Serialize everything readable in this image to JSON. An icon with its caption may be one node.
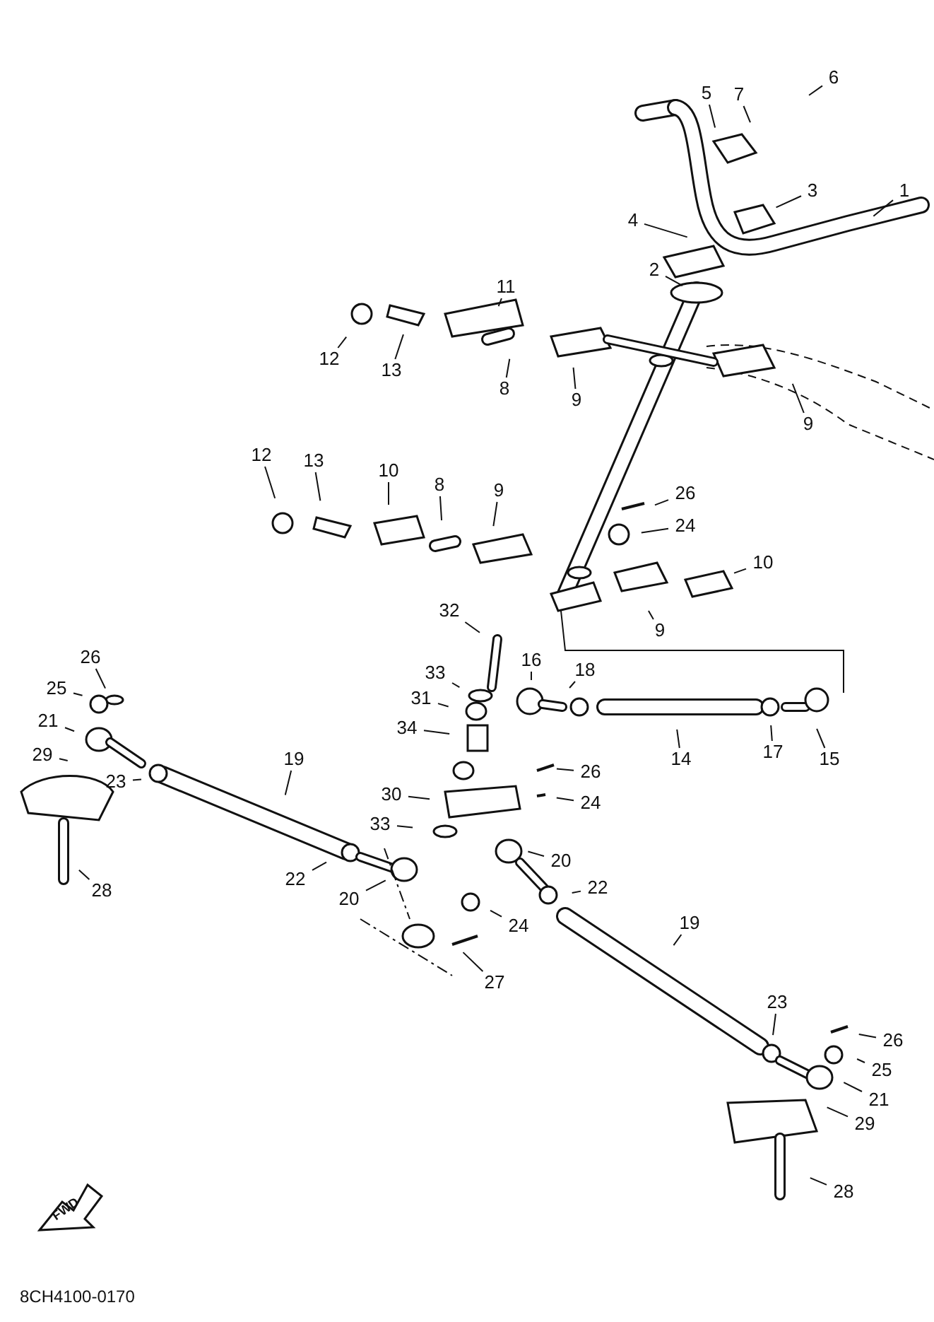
{
  "diagram": {
    "nodes": [
      {
        "text": [
          "1"
        ]
      },
      {
        "text": [
          "6"
        ]
      },
      {
        "text": [
          "5"
        ]
      },
      {
        "text": [
          "7"
        ]
      },
      {
        "text": [
          "3"
        ]
      },
      {
        "text": [
          "4"
        ]
      },
      {
        "text": [
          "2"
        ]
      },
      {
        "text": [
          "11"
        ]
      },
      {
        "text": [
          "12"
        ]
      },
      {
        "text": [
          "13"
        ]
      },
      {
        "text": [
          "8"
        ]
      },
      {
        "text": [
          "9"
        ]
      },
      {
        "text": [
          "9"
        ]
      },
      {
        "text": [
          "12"
        ]
      },
      {
        "text": [
          "13"
        ]
      },
      {
        "text": [
          "10"
        ]
      },
      {
        "text": [
          "8"
        ]
      },
      {
        "text": [
          "9"
        ]
      },
      {
        "text": [
          "26"
        ]
      },
      {
        "text": [
          "24"
        ]
      },
      {
        "text": [
          "10"
        ]
      },
      {
        "text": [
          "9"
        ]
      },
      {
        "text": [
          "32"
        ]
      },
      {
        "text": [
          "16"
        ]
      },
      {
        "text": [
          "18"
        ]
      },
      {
        "text": [
          "33"
        ]
      },
      {
        "text": [
          "31"
        ]
      },
      {
        "text": [
          "34"
        ]
      },
      {
        "text": [
          "14"
        ]
      },
      {
        "text": [
          "17"
        ]
      },
      {
        "text": [
          "15"
        ]
      },
      {
        "text": [
          "26"
        ]
      },
      {
        "text": [
          "25"
        ]
      },
      {
        "text": [
          "21"
        ]
      },
      {
        "text": [
          "29"
        ]
      },
      {
        "text": [
          "23"
        ]
      },
      {
        "text": [
          "19"
        ]
      },
      {
        "text": [
          "30"
        ]
      },
      {
        "text": [
          "26"
        ]
      },
      {
        "text": [
          "24"
        ]
      },
      {
        "text": [
          "33"
        ]
      },
      {
        "text": [
          "28"
        ]
      },
      {
        "text": [
          "22"
        ]
      },
      {
        "text": [
          "20"
        ]
      },
      {
        "text": [
          "20"
        ]
      },
      {
        "text": [
          "22"
        ]
      },
      {
        "text": [
          "24"
        ]
      },
      {
        "text": [
          "27"
        ]
      },
      {
        "text": [
          "19"
        ]
      },
      {
        "text": [
          "23"
        ]
      },
      {
        "text": [
          "26"
        ]
      },
      {
        "text": [
          "25"
        ]
      },
      {
        "text": [
          "21"
        ]
      },
      {
        "text": [
          "29"
        ]
      },
      {
        "text": [
          "28"
        ]
      }
    ],
    "edges": [
      {
        "from": 0,
        "to": null,
        "arrow": "none"
      },
      {
        "from": 1,
        "to": null,
        "arrow": "none"
      },
      {
        "from": 2,
        "to": null,
        "arrow": "none"
      },
      {
        "from": 3,
        "to": null,
        "arrow": "none"
      },
      {
        "from": 4,
        "to": null,
        "arrow": "none"
      },
      {
        "from": 5,
        "to": null,
        "arrow": "none"
      },
      {
        "from": 6,
        "to": null,
        "arrow": "none"
      },
      {
        "from": 7,
        "to": null,
        "arrow": "none"
      },
      {
        "from": 8,
        "to": null,
        "arrow": "none"
      },
      {
        "from": 9,
        "to": null,
        "arrow": "none"
      },
      {
        "from": 10,
        "to": null,
        "arrow": "none"
      },
      {
        "from": 11,
        "to": null,
        "arrow": "none"
      },
      {
        "from": 12,
        "to": null,
        "arrow": "none"
      },
      {
        "from": 13,
        "to": null,
        "arrow": "none"
      },
      {
        "from": 14,
        "to": null,
        "arrow": "none"
      },
      {
        "from": 15,
        "to": null,
        "arrow": "none"
      },
      {
        "from": 16,
        "to": null,
        "arrow": "none"
      },
      {
        "from": 17,
        "to": null,
        "arrow": "none"
      },
      {
        "from": 18,
        "to": null,
        "arrow": "none"
      },
      {
        "from": 19,
        "to": null,
        "arrow": "none"
      },
      {
        "from": 20,
        "to": null,
        "arrow": "none"
      },
      {
        "from": 21,
        "to": null,
        "arrow": "none"
      },
      {
        "from": 22,
        "to": null,
        "arrow": "none"
      },
      {
        "from": 23,
        "to": null,
        "arrow": "none"
      },
      {
        "from": 24,
        "to": null,
        "arrow": "none"
      },
      {
        "from": 25,
        "to": null,
        "arrow": "none"
      },
      {
        "from": 26,
        "to": null,
        "arrow": "none"
      },
      {
        "from": 27,
        "to": null,
        "arrow": "none"
      },
      {
        "from": 28,
        "to": null,
        "arrow": "none"
      },
      {
        "from": 29,
        "to": null,
        "arrow": "none"
      },
      {
        "from": 30,
        "to": null,
        "arrow": "none"
      },
      {
        "from": 31,
        "to": null,
        "arrow": "none"
      },
      {
        "from": 32,
        "to": null,
        "arrow": "none"
      },
      {
        "from": 33,
        "to": null,
        "arrow": "none"
      },
      {
        "from": 34,
        "to": null,
        "arrow": "none"
      },
      {
        "from": 35,
        "to": null,
        "arrow": "none"
      },
      {
        "from": 36,
        "to": null,
        "arrow": "none"
      },
      {
        "from": 37,
        "to": null,
        "arrow": "none"
      },
      {
        "from": 38,
        "to": null,
        "arrow": "none"
      },
      {
        "from": 39,
        "to": null,
        "arrow": "none"
      },
      {
        "from": 40,
        "to": null,
        "arrow": "none"
      },
      {
        "from": 41,
        "to": null,
        "arrow": "none"
      },
      {
        "from": 42,
        "to": null,
        "arrow": "none"
      },
      {
        "from": 43,
        "to": null,
        "arrow": "none"
      },
      {
        "from": 44,
        "to": null,
        "arrow": "none"
      },
      {
        "from": 45,
        "to": null,
        "arrow": "none"
      },
      {
        "from": 46,
        "to": null,
        "arrow": "none"
      },
      {
        "from": 47,
        "to": null,
        "arrow": "none"
      },
      {
        "from": 48,
        "to": null,
        "arrow": "none"
      },
      {
        "from": 49,
        "to": null,
        "arrow": "none"
      },
      {
        "from": 50,
        "to": null,
        "arrow": "none"
      },
      {
        "from": 51,
        "to": null,
        "arrow": "none"
      },
      {
        "from": 52,
        "to": null,
        "arrow": "none"
      },
      {
        "from": 53,
        "to": null,
        "arrow": "none"
      },
      {
        "from": 54,
        "to": null,
        "arrow": "none"
      }
    ],
    "labels": [
      "FWD",
      "8CH4100-0170"
    ]
  }
}
